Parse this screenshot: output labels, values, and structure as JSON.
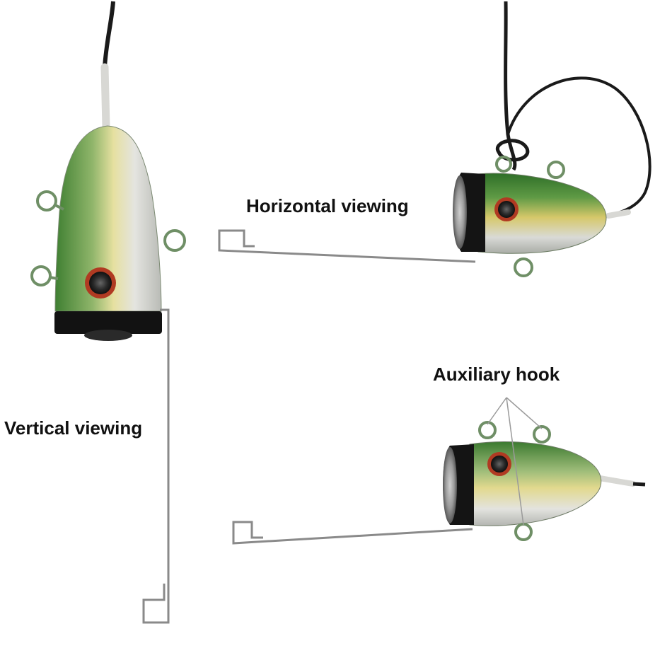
{
  "labels": {
    "horizontal": "Horizontal viewing",
    "vertical": "Vertical viewing",
    "auxiliary": "Auxiliary hook"
  },
  "colors": {
    "body_green": "#4e8f3a",
    "body_silver": "#dcdcd8",
    "accent_yellow": "#d8c85a",
    "lens_red": "#b03a22",
    "cap_black": "#111111",
    "wire": "#8a8a8a",
    "cable": "#1a1a1a"
  },
  "icons": [
    "camera-body",
    "wire-bracket",
    "auxiliary-hook-ring",
    "cable"
  ]
}
